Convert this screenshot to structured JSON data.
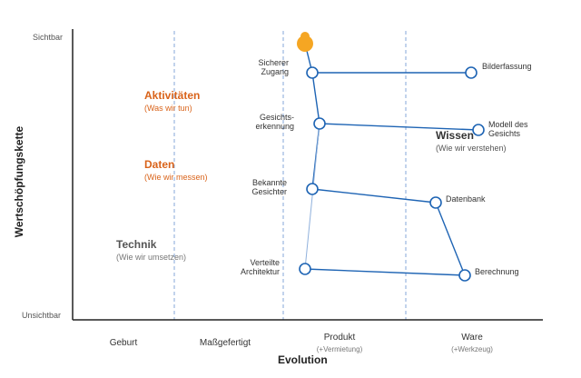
{
  "axes": {
    "y_title": "Wertschöpfungskette",
    "y_top": "Sichtbar",
    "y_bottom": "Unsichtbar",
    "x_title": "Evolution"
  },
  "stages": [
    {
      "label": "Geburt",
      "sub": ""
    },
    {
      "label": "Maßgefertigt",
      "sub": ""
    },
    {
      "label": "Produkt",
      "sub": "(+Vermietung)"
    },
    {
      "label": "Ware",
      "sub": "(+Werkzeug)"
    }
  ],
  "layers": {
    "aktivitaeten": {
      "title": "Aktivitäten",
      "sub": "(Was wir tun)",
      "color": "#d9631a"
    },
    "daten": {
      "title": "Daten",
      "sub": "(Wie wir messen)",
      "color": "#d9631a"
    },
    "wissen": {
      "title": "Wissen",
      "sub": "(Wie wir verstehen)",
      "color": "#333333"
    },
    "technik": {
      "title": "Technik",
      "sub": "(Wie wir umsetzen)",
      "color": "#555555"
    }
  },
  "nodes": {
    "sicherer_zugang": "Sicherer\nZugang",
    "bilderfassung": "Bilderfassung",
    "gesichtserkennung": "Gesichts-\nerkennung",
    "modell_des_gesichts": "Modell des\nGesichts",
    "bekannte_gesichter": "Bekannte\nGesichter",
    "datenbank": "Datenbank",
    "verteilte_architektur": "Verteilte\nArchitektur",
    "berechnung": "Berechnung"
  },
  "colors": {
    "node_stroke": "#1e64b4",
    "user_dot": "#f5a623",
    "stage_divider": "#9ab6e0",
    "axis": "#222222"
  }
}
